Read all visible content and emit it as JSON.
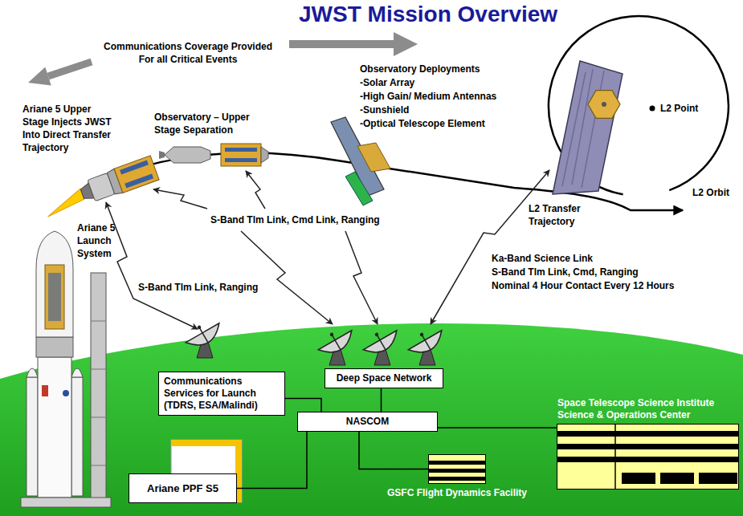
{
  "diagram": {
    "title": "JWST Mission Overview",
    "nodes": [
      {
        "text": [
          "Communications Services for Launch (TDRS, ESA/Malindi)"
        ]
      },
      {
        "text": [
          "Deep Space Network"
        ]
      },
      {
        "text": [
          "Space Telescope Science Institute Science & Operations Center"
        ]
      },
      {
        "text": [
          "NASCOM"
        ]
      },
      {
        "text": [
          "GSFC Flight Dynamics Facility"
        ]
      },
      {
        "text": [
          "Ariane PPF S5"
        ]
      }
    ],
    "edges": [
      {
        "from": 0,
        "to": 3,
        "arrow": "none"
      },
      {
        "from": 1,
        "to": 3,
        "arrow": "none"
      },
      {
        "from": 3,
        "to": 2,
        "arrow": "none"
      },
      {
        "from": 3,
        "to": 4,
        "arrow": "none"
      },
      {
        "from": 5,
        "to": 3,
        "arrow": "none"
      }
    ],
    "labels": [
      "Communications Coverage Provided For all Critical Events",
      "Ariane 5 Upper Stage Injects JWST Into Direct Transfer Trajectory",
      "Observatory – Upper Stage Separation",
      "Observatory Deployments",
      "-Solar Array",
      "-High Gain/ Medium Antennas",
      "-Sunshield",
      "-Optical Telescope Element",
      "L2 Point",
      "L2 Orbit",
      "L2 Transfer Trajectory",
      "Ariane 5 Launch System",
      "S-Band Tlm Link, Cmd Link, Ranging",
      "S-Band Tlm Link, Ranging",
      "Ka-Band Science Link",
      "S-Band Tlm Link, Cmd, Ranging",
      "Nominal 4 Hour Contact Every 12 Hours"
    ]
  }
}
